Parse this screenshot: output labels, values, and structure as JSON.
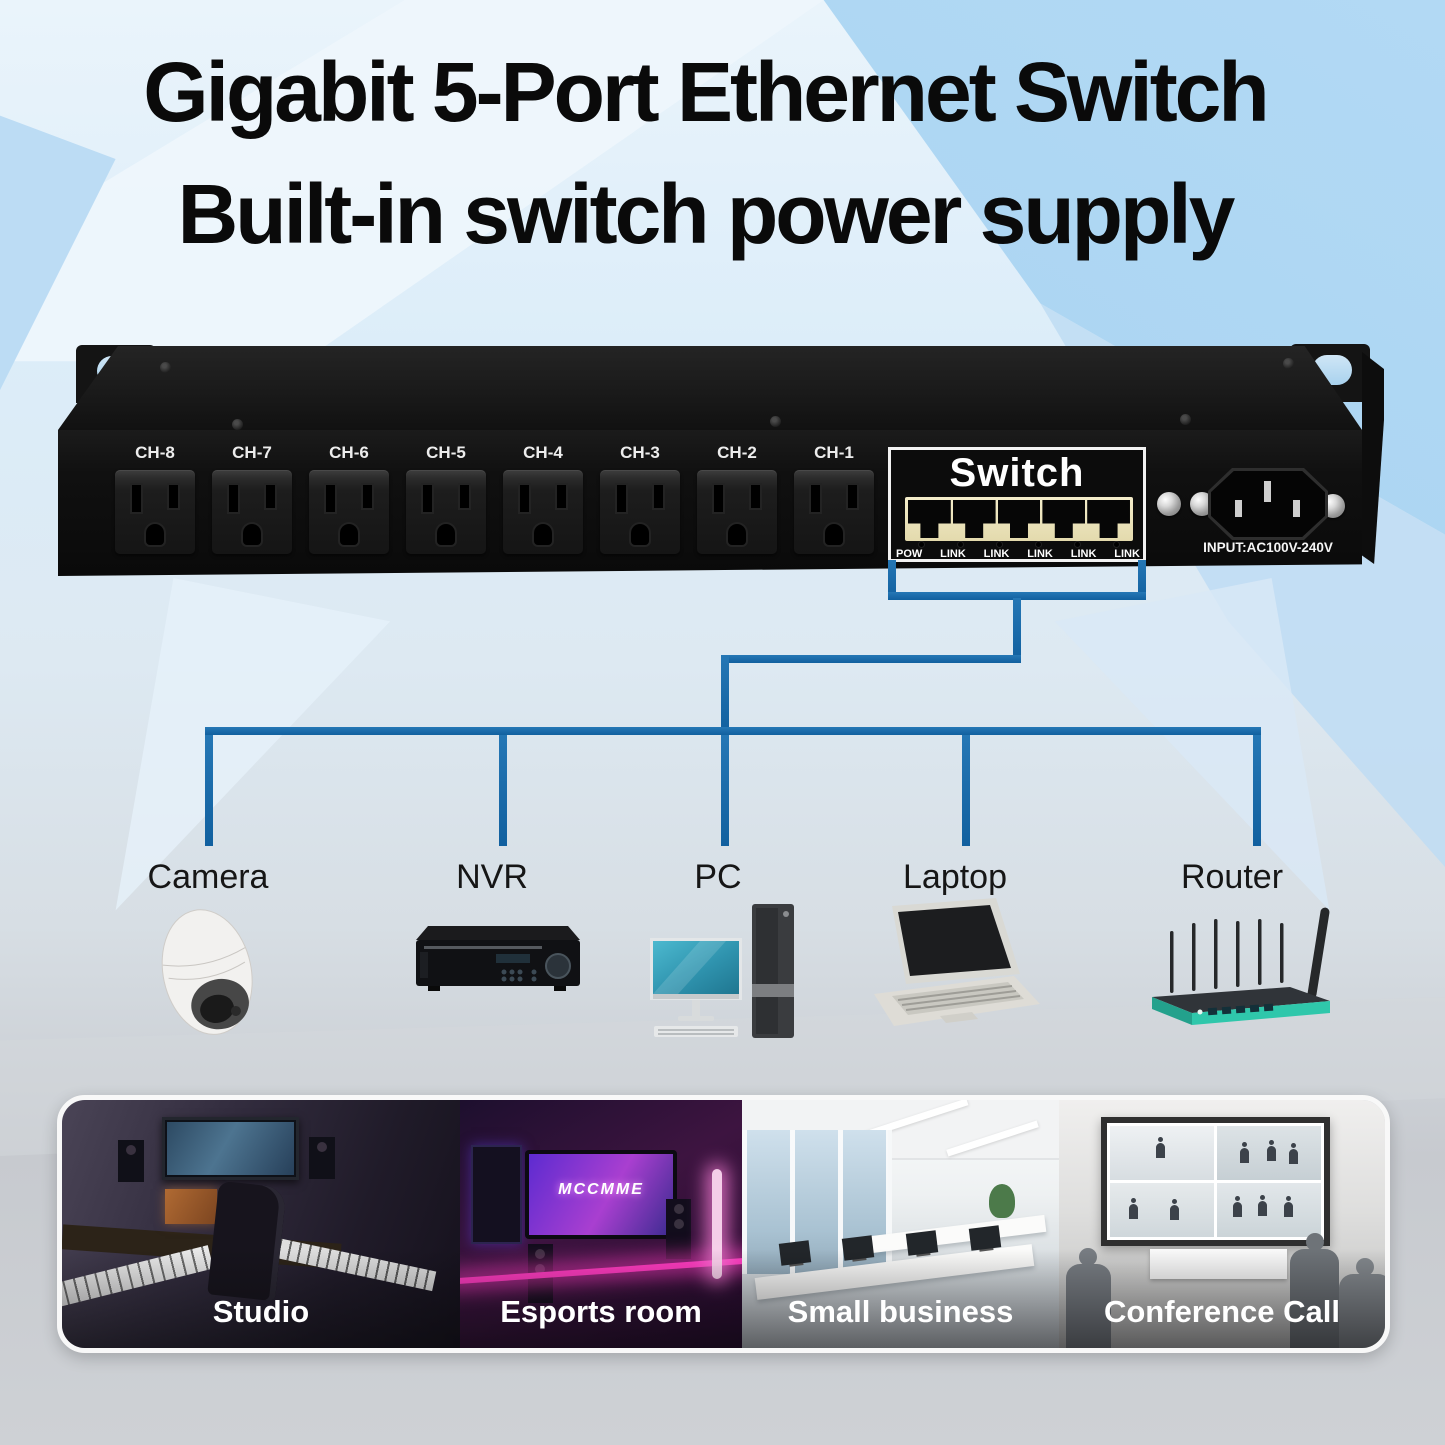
{
  "title": {
    "line1": "Gigabit 5-Port Ethernet Switch",
    "line2": "Built-in switch power supply"
  },
  "device": {
    "channels": [
      "CH-8",
      "CH-7",
      "CH-6",
      "CH-5",
      "CH-4",
      "CH-3",
      "CH-2",
      "CH-1"
    ],
    "switch_label": "Switch",
    "led_labels": [
      "POW",
      "LINK",
      "LINK",
      "LINK",
      "LINK",
      "LINK"
    ],
    "input_label": "INPUT:AC100V-240V",
    "port_count": 5,
    "outlet_count": 8
  },
  "diagram": {
    "nodes": [
      {
        "label": "Camera",
        "icon": "camera-icon"
      },
      {
        "label": "NVR",
        "icon": "nvr-icon"
      },
      {
        "label": "PC",
        "icon": "pc-icon"
      },
      {
        "label": "Laptop",
        "icon": "laptop-icon"
      },
      {
        "label": "Router",
        "icon": "router-icon"
      }
    ],
    "line_color": "#1566a8"
  },
  "scenes": [
    {
      "label": "Studio"
    },
    {
      "label": "Esports room",
      "screen_text": "MCCMME"
    },
    {
      "label": "Small business"
    },
    {
      "label": "Conference Call"
    }
  ],
  "colors": {
    "accent_blue": "#1566a8",
    "sky_blue": "#a9d4f1",
    "port_bezel": "#ece4bf",
    "device_black": "#101010",
    "background_bottom": "#c7cacf"
  }
}
